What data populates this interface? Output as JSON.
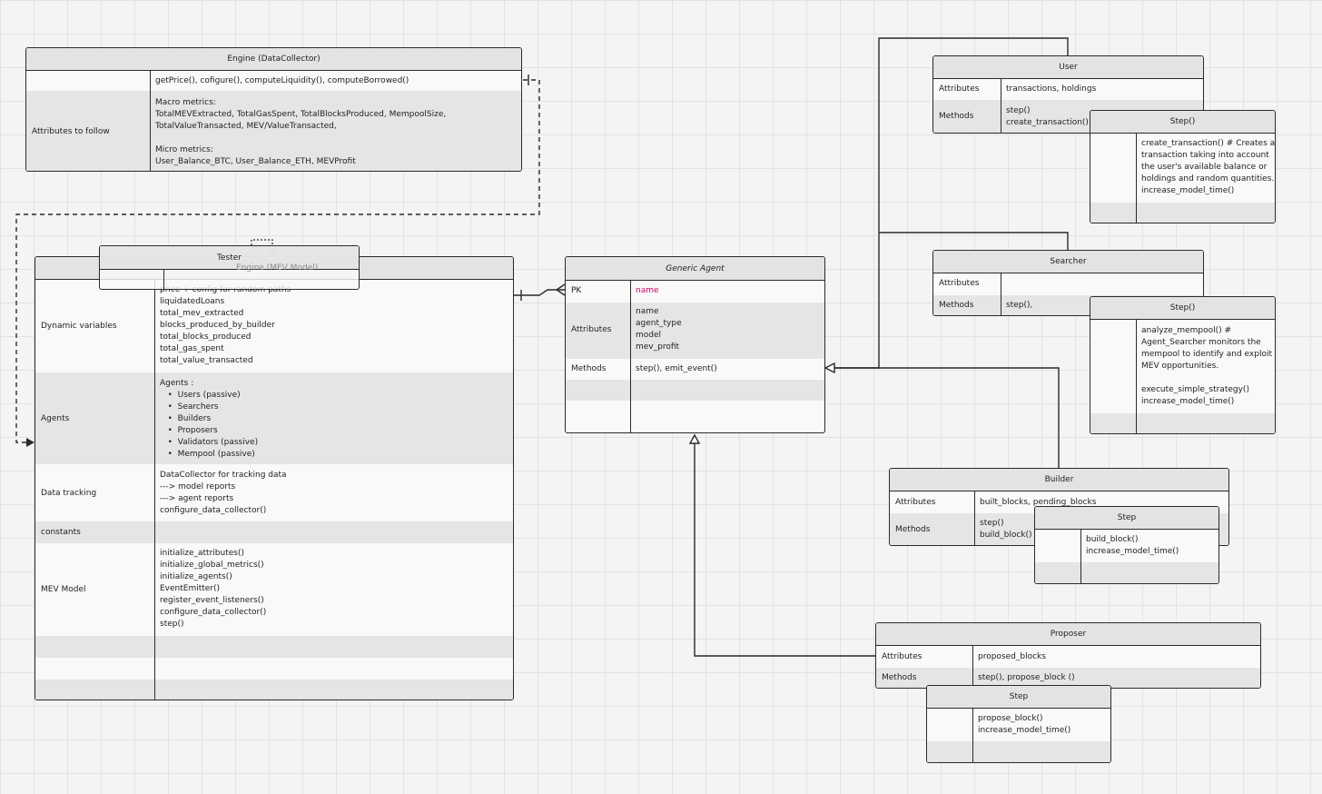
{
  "engine": {
    "title": "Engine (DataCollector)",
    "row1_value": "getPrice(), cofigure(), computeLiquidity(), computeBorrowed()",
    "row2_label": "Attributes to follow",
    "row2_value": "Macro metrics:\nTotalMEVExtracted, TotalGasSpent, TotalBlocksProduced, MempoolSize,\nTotalValueTransacted, MEV/ValueTransacted,\n\nMicro metrics:\nUser_Balance_BTC, User_Balance_ETH, MEVProfit"
  },
  "tester": {
    "title": "Tester",
    "overlap_text": "Engine (MEV Model)",
    "rows": [
      {
        "label": "Dynamic variables",
        "value": "price + config for random paths\nliquidatedLoans\ntotal_mev_extracted\nblocks_produced_by_builder\ntotal_blocks_produced\ntotal_gas_spent\ntotal_value_transacted"
      },
      {
        "label": "Agents",
        "value": "Agents :\n   •  Users (passive)\n   •  Searchers\n   •  Builders\n   •  Proposers\n   •  Validators (passive)\n   •  Mempool (passive)"
      },
      {
        "label": "Data tracking",
        "value": "DataCollector for tracking data\n---> model reports\n---> agent reports\nconfigure_data_collector()"
      },
      {
        "label": "constants",
        "value": ""
      },
      {
        "label": "MEV Model",
        "value": "initialize_attributes()\ninitialize_global_metrics()\ninitialize_agents()\nEventEmitter()\nregister_event_listeners()\nconfigure_data_collector()\nstep()"
      }
    ]
  },
  "generic_agent": {
    "title": "Generic Agent",
    "pk_label": "PK",
    "pk_value": "name",
    "attr_label": "Attributes",
    "attr_value": "name\nagent_type\nmodel\nmev_profit",
    "methods_label": "Methods",
    "methods_value": "step(), emit_event()"
  },
  "user": {
    "title": "User",
    "attr_label": "Attributes",
    "attr_value": "transactions, holdings",
    "methods_label": "Methods",
    "methods_value": "step()\ncreate_transaction()"
  },
  "user_step": {
    "title": "Step()",
    "value": "create_transaction() # Creates a\ntransaction taking into account\nthe user's available balance or\nholdings and random quantities.\nincrease_model_time()"
  },
  "searcher": {
    "title": "Searcher",
    "attr_label": "Attributes",
    "attr_value": "",
    "methods_label": "Methods",
    "methods_value": "step(),"
  },
  "searcher_step": {
    "title": "Step()",
    "value": "analyze_mempool() #\nAgent_Searcher monitors the\nmempool to identify and exploit\nMEV opportunities.\n\nexecute_simple_strategy()\nincrease_model_time()"
  },
  "builder": {
    "title": "Builder",
    "attr_label": "Attributes",
    "attr_value": "built_blocks, pending_blocks",
    "methods_label": "Methods",
    "methods_value": "step()\nbuild_block()"
  },
  "builder_step": {
    "title": "Step",
    "value": "build_block()\nincrease_model_time()"
  },
  "proposer": {
    "title": "Proposer",
    "attr_label": "Attributes",
    "attr_value": "proposed_blocks",
    "methods_label": "Methods",
    "methods_value": "step(), propose_block ()"
  },
  "proposer_step": {
    "title": "Step",
    "value": "propose_block()\nincrease_model_time()"
  }
}
